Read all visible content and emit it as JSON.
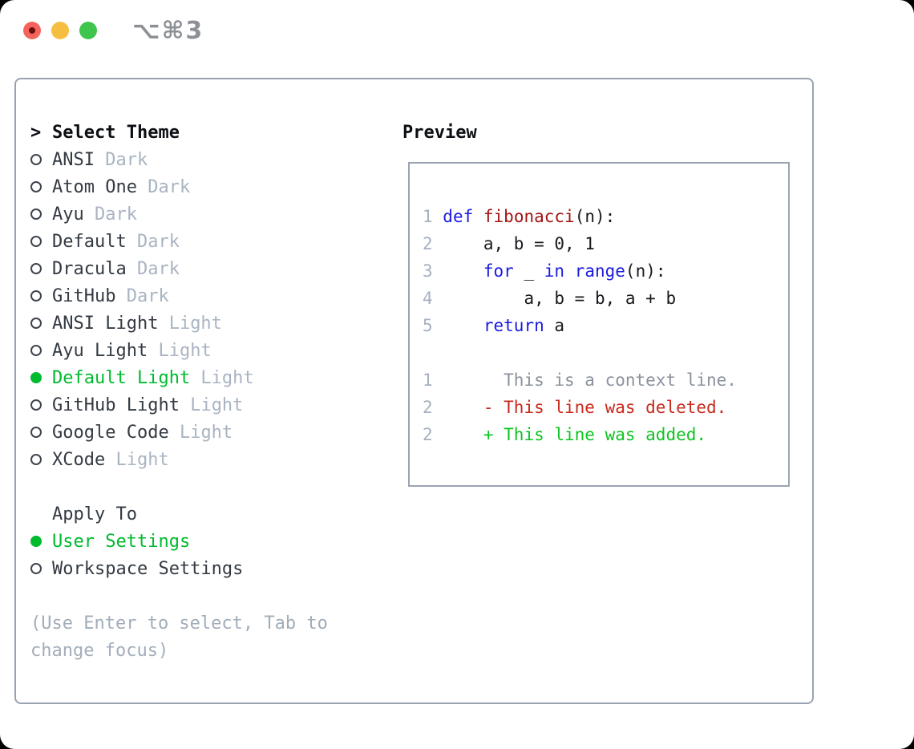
{
  "titlebar": {
    "title": "⌥⌘3",
    "traffic_lights": [
      {
        "icon": "close-traffic-light-icon",
        "color": "#f4645c"
      },
      {
        "icon": "minimize-traffic-light-icon",
        "color": "#f6be40"
      },
      {
        "icon": "zoom-traffic-light-icon",
        "color": "#3ec54b"
      }
    ]
  },
  "theme_panel": {
    "header": {
      "cursor": ">",
      "label": "Select Theme"
    },
    "themes": [
      {
        "name": "ANSI",
        "variant": "Dark",
        "selected": false
      },
      {
        "name": "Atom One",
        "variant": "Dark",
        "selected": false
      },
      {
        "name": "Ayu",
        "variant": "Dark",
        "selected": false
      },
      {
        "name": "Default",
        "variant": "Dark",
        "selected": false
      },
      {
        "name": "Dracula",
        "variant": "Dark",
        "selected": false
      },
      {
        "name": "GitHub",
        "variant": "Dark",
        "selected": false
      },
      {
        "name": "ANSI Light",
        "variant": "Light",
        "selected": false
      },
      {
        "name": "Ayu Light",
        "variant": "Light",
        "selected": false
      },
      {
        "name": "Default Light",
        "variant": "Light",
        "selected": true
      },
      {
        "name": "GitHub Light",
        "variant": "Light",
        "selected": false
      },
      {
        "name": "Google Code",
        "variant": "Light",
        "selected": false
      },
      {
        "name": "XCode",
        "variant": "Light",
        "selected": false
      }
    ],
    "apply_to": {
      "label": "Apply To",
      "options": [
        {
          "name": "User Settings",
          "selected": true
        },
        {
          "name": "Workspace Settings",
          "selected": false
        }
      ]
    },
    "help": [
      "(Use Enter to select, Tab to",
      "change focus)"
    ]
  },
  "preview": {
    "label": "Preview",
    "code_lines": [
      {
        "num": "1",
        "segments": [
          [
            "def",
            "kw"
          ],
          [
            " ",
            "plain"
          ],
          [
            "fibonacci",
            "fn"
          ],
          [
            "(n):",
            "plain"
          ]
        ]
      },
      {
        "num": "2",
        "segments": [
          [
            "    a, b = 0, 1",
            "plain"
          ]
        ]
      },
      {
        "num": "3",
        "segments": [
          [
            "    ",
            "plain"
          ],
          [
            "for",
            "kw"
          ],
          [
            " _ ",
            "plain"
          ],
          [
            "in",
            "kw"
          ],
          [
            " ",
            "plain"
          ],
          [
            "range",
            "kw"
          ],
          [
            "(n):",
            "plain"
          ]
        ]
      },
      {
        "num": "4",
        "segments": [
          [
            "        a, b = b, a + b",
            "plain"
          ]
        ]
      },
      {
        "num": "5",
        "segments": [
          [
            "    ",
            "plain"
          ],
          [
            "return",
            "kw"
          ],
          [
            " a",
            "plain"
          ]
        ]
      },
      {
        "num": "",
        "segments": []
      },
      {
        "num": "1",
        "segments": [
          [
            "      This is a context line.",
            "ctx"
          ]
        ]
      },
      {
        "num": "2",
        "segments": [
          [
            "    - This line was deleted.",
            "del"
          ]
        ]
      },
      {
        "num": "2",
        "segments": [
          [
            "    + This line was added.",
            "add"
          ]
        ]
      }
    ]
  },
  "colors": {
    "accent_green": "#00bb2e",
    "keyword_blue": "#1b1bdf",
    "function_red": "#a31212",
    "deleted_red": "#c9291b",
    "added_green": "#0ec422",
    "line_number_gray": "#a6b0bf",
    "variant_gray": "#a9b4c2",
    "context_gray": "#8b929c",
    "help_gray": "#a2adba",
    "text_dark": "#333a43",
    "heading_black": "#0c0f13",
    "code_plain": "#16191d",
    "circle_outline": "#3f454e",
    "panel_border": "#99a3b0",
    "preview_border": "#9aa4b2",
    "traffic_red": "#f4645c",
    "traffic_red_dot": "#6b0f0d",
    "traffic_yellow": "#f6be40",
    "traffic_green": "#3ec54b",
    "titlebar_gray": "#8d9196"
  }
}
